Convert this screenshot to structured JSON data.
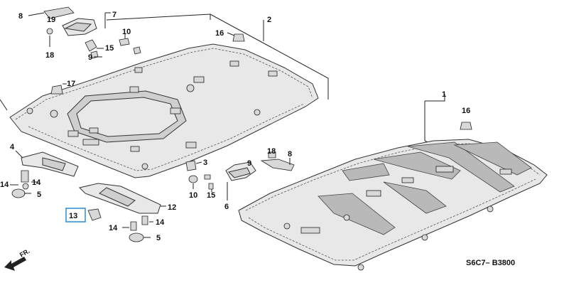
{
  "diagram_code": "S6C7– B3800",
  "direction": "FR.",
  "highlighted_callout": "13",
  "callouts": {
    "c1": "1",
    "c2": "2",
    "c3": "3",
    "c4": "4",
    "c5a": "5",
    "c5b": "5",
    "c6": "6",
    "c7": "7",
    "c8a": "8",
    "c8b": "8",
    "c9a": "9",
    "c9b": "9",
    "c10a": "10",
    "c10b": "10",
    "c12": "12",
    "c13": "13",
    "c14a": "14",
    "c14b": "14",
    "c14c": "14",
    "c15a": "15",
    "c15b": "15",
    "c16a": "16",
    "c16b": "16",
    "c17": "17",
    "c18a": "18",
    "c18b": "18",
    "c19": "19"
  }
}
